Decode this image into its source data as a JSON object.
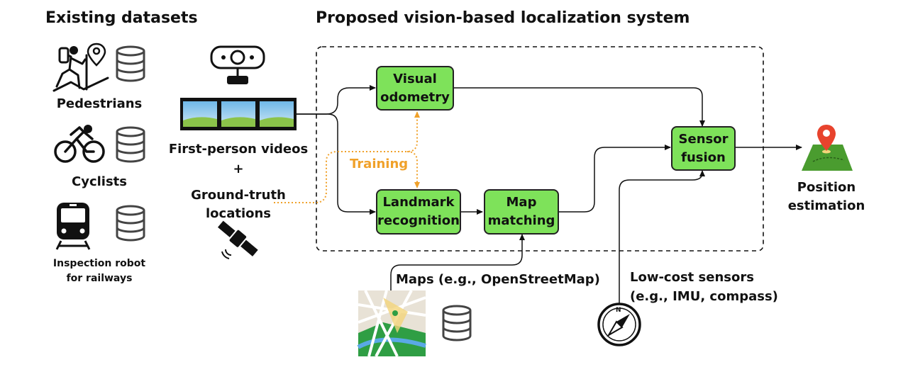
{
  "headings": {
    "existing": "Existing datasets",
    "proposed": "Proposed vision-based localization system"
  },
  "datasets": {
    "pedestrians": "Pedestrians",
    "cyclists": "Cyclists",
    "robot": "Inspection robot\nfor railways"
  },
  "inputs": {
    "videos": "First-person videos",
    "plus": "+",
    "ground_truth": "Ground-truth\nlocations"
  },
  "boxes": {
    "visual_odometry": "Visual\nodometry",
    "landmark": "Landmark\nrecognition",
    "map_matching": "Map\nmatching",
    "sensor_fusion": "Sensor\nfusion"
  },
  "training": "Training",
  "maps": "Maps (e.g., OpenStreetMap)",
  "sensors": "Low-cost sensors\n(e.g., IMU, compass)",
  "output": "Position\nestimation",
  "compass_letter": "N",
  "colors": {
    "box_fill": "#7ee25a",
    "training": "#f0a12a",
    "pin": "#e8432d",
    "map_ground": "#4a9c2f"
  }
}
